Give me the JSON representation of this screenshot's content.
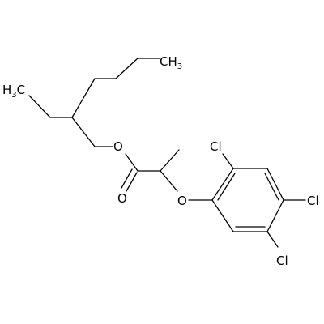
{
  "atoms": {
    "methyl_top": {
      "main": "CH",
      "sub": "3"
    },
    "methyl_left": {
      "main": "H",
      "sub": "3",
      "tail": "C"
    },
    "ester_oxygen": "O",
    "carbonyl_oxygen": "O",
    "ether_oxygen": "O",
    "chlorine_2": "Cl",
    "chlorine_4": "Cl",
    "chlorine_5": "Cl"
  },
  "colors": {
    "bond": "#000000",
    "label": "#000000",
    "background": "#ffffff"
  }
}
